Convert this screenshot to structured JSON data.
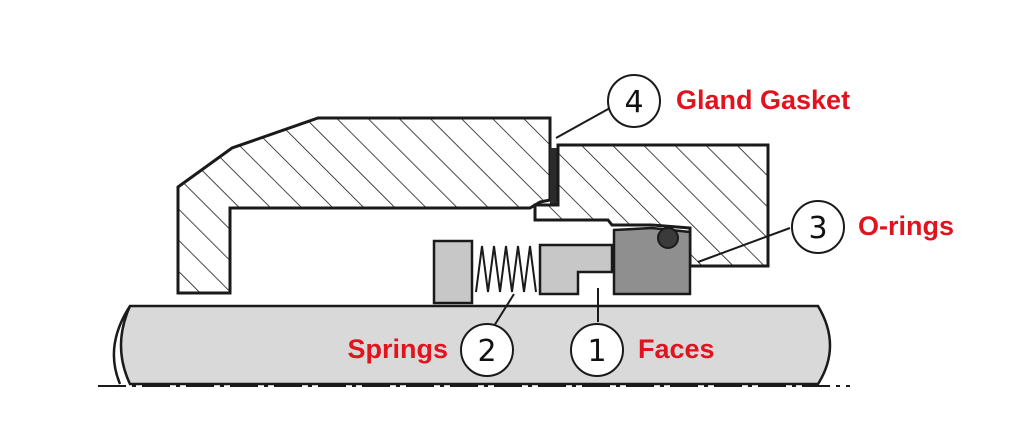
{
  "colors": {
    "label": "#e0141e",
    "outline": "#1a1a1a",
    "shaft_fill": "#d9d9d9",
    "face_fill": "#c7c7c7",
    "seat_fill": "#8f8f8f",
    "oring_fill": "#3a3a3a"
  },
  "callouts": [
    {
      "number": "1",
      "label": "Faces"
    },
    {
      "number": "2",
      "label": "Springs"
    },
    {
      "number": "3",
      "label": "O-rings"
    },
    {
      "number": "4",
      "label": "Gland Gasket"
    }
  ]
}
